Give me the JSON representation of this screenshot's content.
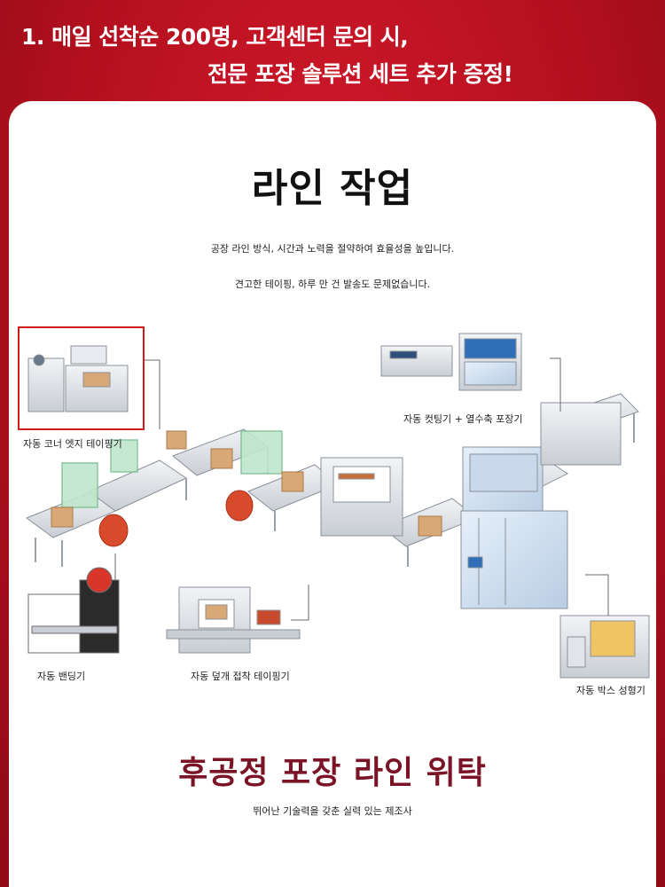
{
  "promo": {
    "line1": "1. 매일 선착순 200명, 고객센터 문의 시,",
    "line2": "전문 포장 솔루션 세트 추가 증정!"
  },
  "section": {
    "title": "라인 작업",
    "desc1": "공장 라인 방식, 시간과 노력을 절약하여 효율성을 높입니다.",
    "desc2": "견고한 테이핑, 하루 만 건 발송도 문제없습니다."
  },
  "machines": {
    "corner_taping": "자동 코너 엣지 테이핑기",
    "cutting_shrink": "자동 컷팅기 + 열수축 포장기",
    "banding": "자동 밴딩기",
    "lid_taping": "자동 덮개 접착 테이핑기",
    "box_forming": "자동 박스 성형기"
  },
  "footer": {
    "title": "후공정 포장 라인 위탁",
    "subtitle": "뛰어난 기술력을 갖춘 실력 있는 제조사"
  },
  "colors": {
    "background_red": "#c4142a",
    "highlight_red": "#d11a1a",
    "footer_title": "#7a1426",
    "conveyor_green": "#9fd8b4",
    "box_brown": "#d9a877"
  }
}
